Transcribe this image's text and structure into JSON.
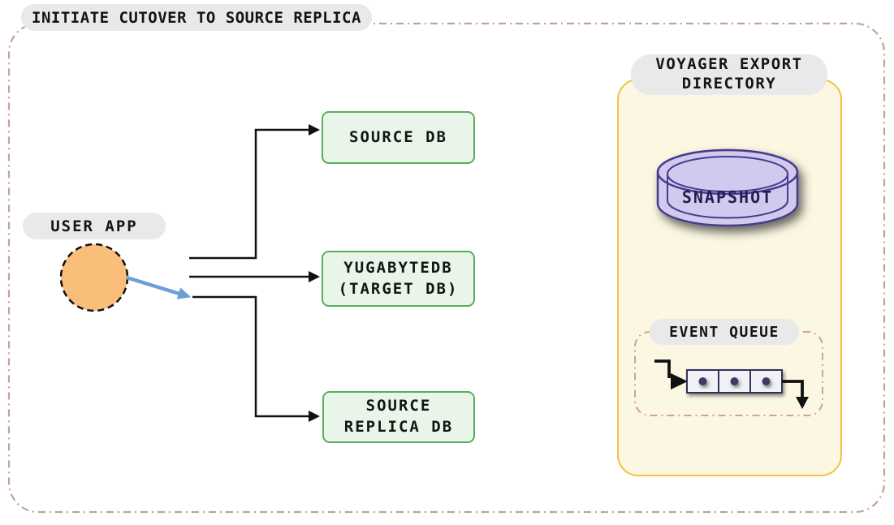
{
  "diagram": {
    "title": "INITIATE CUTOVER TO SOURCE REPLICA",
    "user_app": {
      "label": "USER APP"
    },
    "nodes": {
      "source_db": {
        "label": "SOURCE DB"
      },
      "target_db": {
        "line1": "YUGABYTEDB",
        "line2": "(TARGET DB)"
      },
      "source_replica_db": {
        "line1": "SOURCE",
        "line2": "REPLICA DB"
      }
    },
    "voyager_panel": {
      "label_line1": "VOYAGER EXPORT",
      "label_line2": "DIRECTORY",
      "snapshot": {
        "label": "SNAPSHOT"
      },
      "event_queue": {
        "label": "EVENT QUEUE",
        "item_count": 3
      }
    },
    "colors": {
      "frame_border": "#c3a294",
      "label_pill_bg": "#e9e9e9",
      "node_fill": "#e9f5e9",
      "node_border": "#57ae5b",
      "user_app_fill": "#f9be79",
      "cutover_arrow_blue": "#6b9fd8",
      "connector_black": "#111111",
      "panel_fill": "#fcf7e3",
      "panel_border": "#f1c23f",
      "snapshot_fill": "#d1c9ee",
      "snapshot_border": "#473b8e",
      "queue_frame_border": "#d0a198",
      "queue_cell_fill": "#f0f0f5",
      "queue_cell_border": "#32325e"
    }
  }
}
